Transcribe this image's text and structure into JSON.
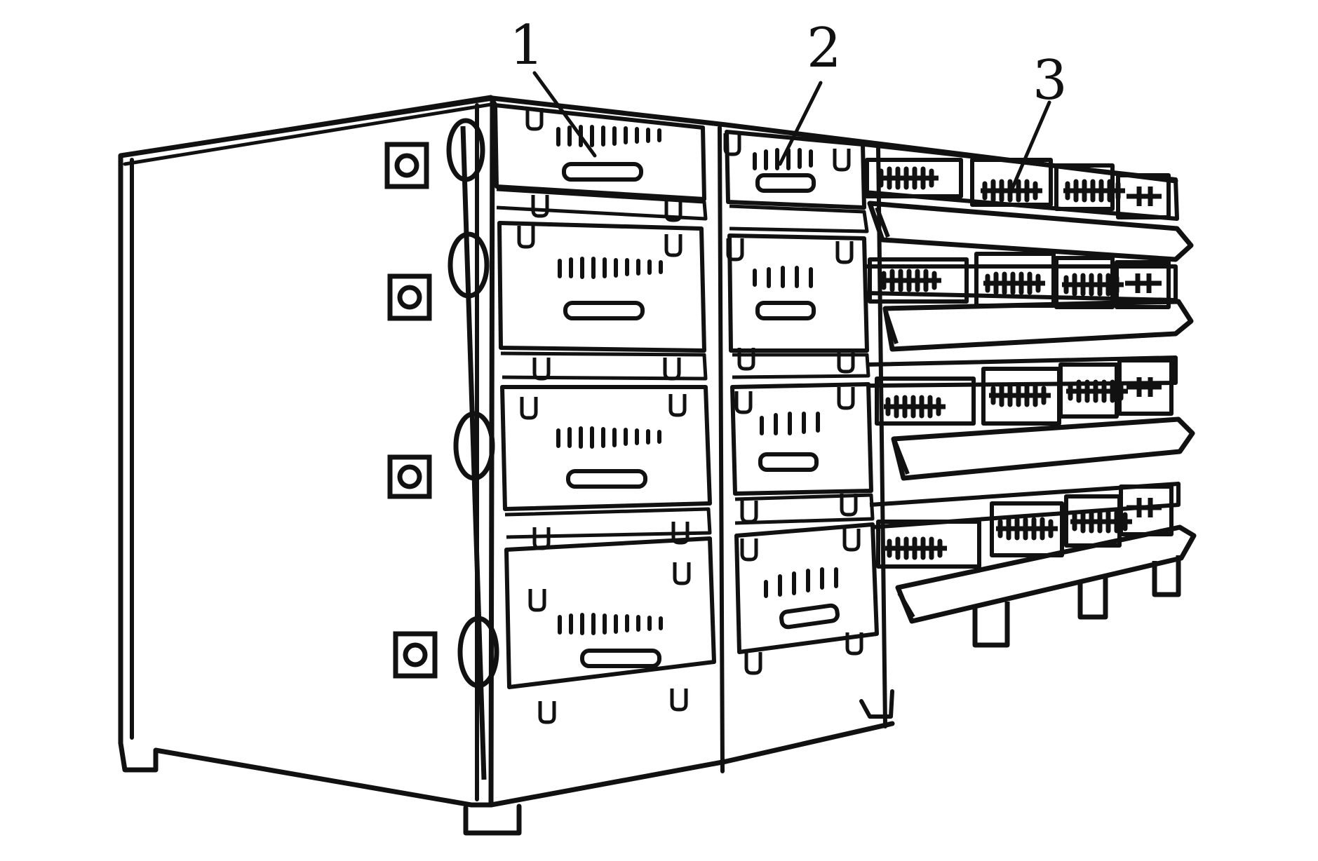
{
  "figure": {
    "callouts": [
      {
        "id": "1",
        "text": "1"
      },
      {
        "id": "2",
        "text": "2"
      },
      {
        "id": "3",
        "text": "3"
      }
    ],
    "colors": {
      "ink": "#111111",
      "background": "#ffffff"
    }
  }
}
